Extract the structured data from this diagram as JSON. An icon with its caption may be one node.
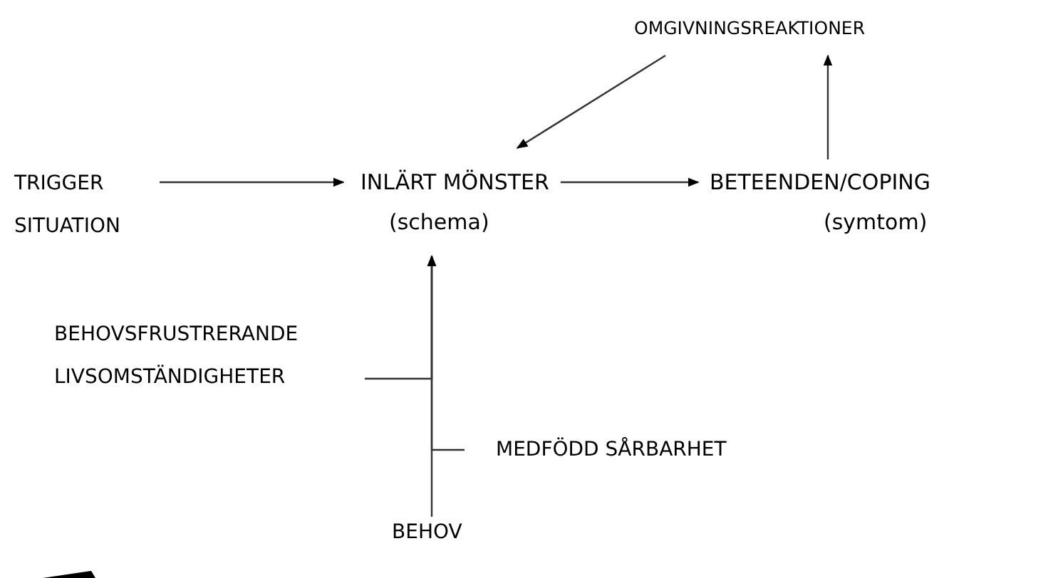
{
  "diagram": {
    "nodes": [
      {
        "text": [
          "OMGIVNINGSREAKTIONER"
        ]
      },
      {
        "text": [
          "TRIGGER SITUATION"
        ]
      },
      {
        "text": [
          "INLÄRT MÖNSTER",
          "(schema)"
        ]
      },
      {
        "text": [
          "BETEENDEN/COPING",
          "(symtom)"
        ]
      },
      {
        "text": [
          "BEHOVSFRUSTRERANDE LIVSOMSTÄNDIGHETER"
        ]
      },
      {
        "text": [
          "MEDFÖDD SÅRBARHET"
        ]
      },
      {
        "text": [
          "BEHOV"
        ]
      }
    ],
    "edges": [
      {
        "from": 1,
        "to": 2,
        "arrow": "to"
      },
      {
        "from": 2,
        "to": 3,
        "arrow": "to"
      },
      {
        "from": 3,
        "to": 0,
        "arrow": "to"
      },
      {
        "from": 0,
        "to": 2,
        "arrow": "to"
      },
      {
        "from": 4,
        "to": 2,
        "arrow": "to"
      },
      {
        "from": 5,
        "to": 2,
        "arrow": "to"
      },
      {
        "from": 6,
        "to": 2,
        "arrow": "to"
      }
    ]
  }
}
